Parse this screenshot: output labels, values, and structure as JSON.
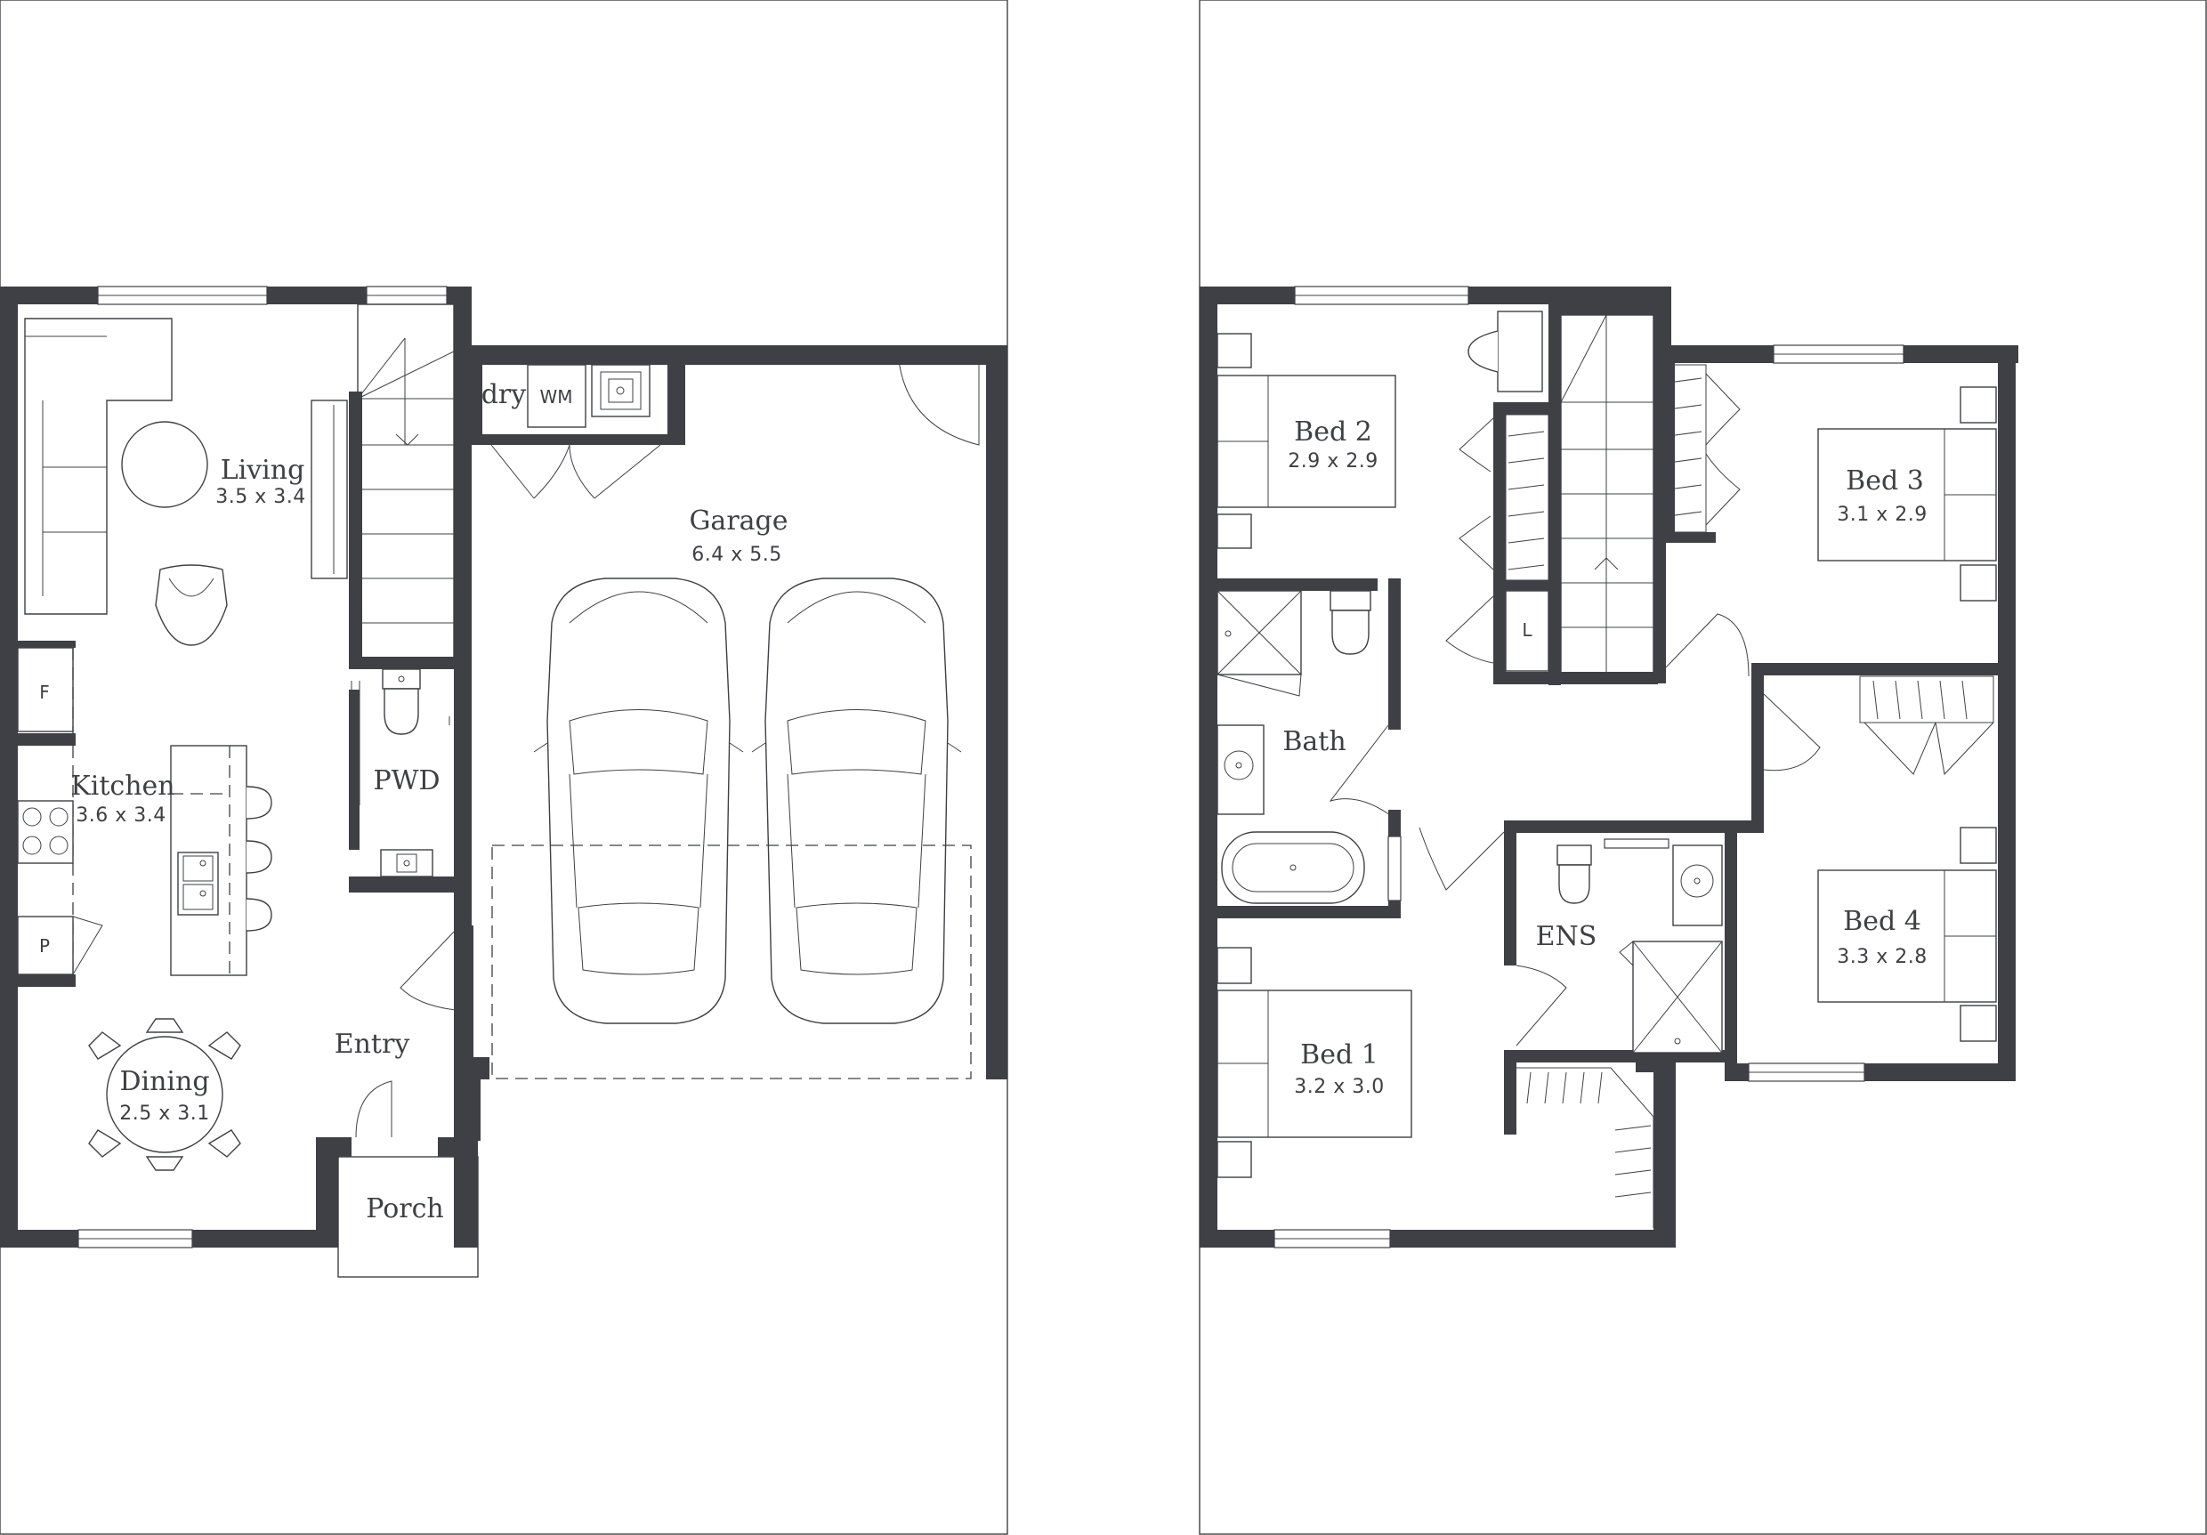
{
  "ground_floor": {
    "living": {
      "name": "Living",
      "size": "3.5 x 3.4"
    },
    "kitchen": {
      "name": "Kitchen",
      "size": "3.6 x 3.4"
    },
    "dining": {
      "name": "Dining",
      "size": "2.5 x 3.1"
    },
    "garage": {
      "name": "Garage",
      "size": "6.4 x 5.5"
    },
    "laundry": {
      "name": "Ldry",
      "wm": "WM"
    },
    "pwd": {
      "name": "PWD"
    },
    "entry": {
      "name": "Entry"
    },
    "porch": {
      "name": "Porch"
    },
    "fridge": {
      "tag": "F"
    },
    "pantry": {
      "tag": "P"
    }
  },
  "first_floor": {
    "bed1": {
      "name": "Bed 1",
      "size": "3.2 x 3.0"
    },
    "bed2": {
      "name": "Bed 2",
      "size": "2.9 x 2.9"
    },
    "bed3": {
      "name": "Bed 3",
      "size": "3.1 x 2.9"
    },
    "bed4": {
      "name": "Bed 4",
      "size": "3.3 x 2.8"
    },
    "bath": {
      "name": "Bath"
    },
    "ens": {
      "name": "ENS"
    },
    "linen": {
      "tag": "L"
    }
  },
  "colors": {
    "wall": "#3f4045",
    "background": "#ffffff"
  }
}
